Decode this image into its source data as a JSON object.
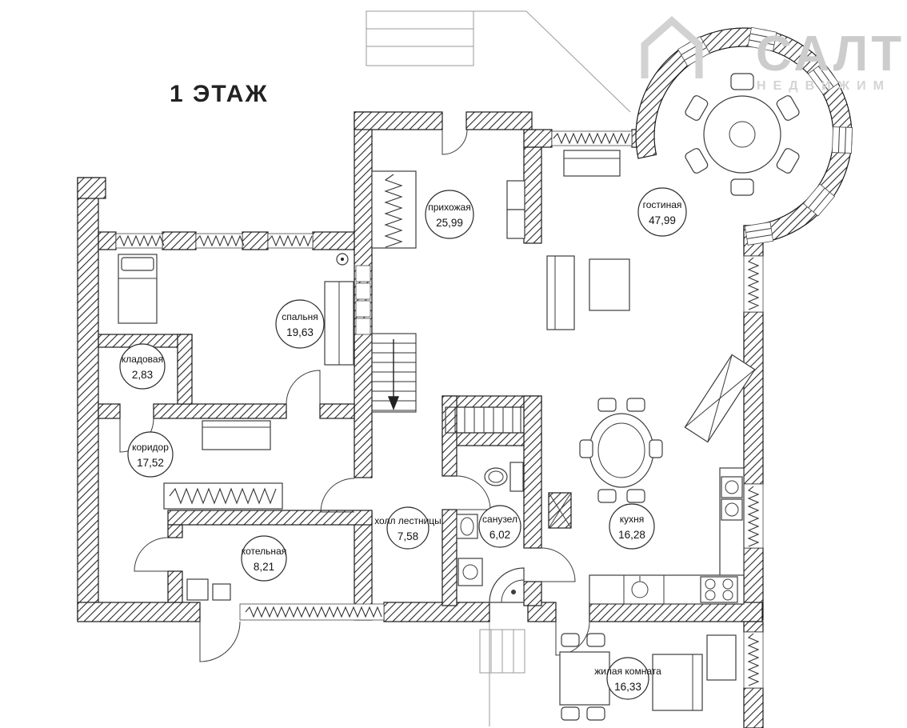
{
  "title": "1 ЭТАЖ",
  "watermark": {
    "brand": "САЛТ",
    "subtitle": "НЕДВИЖИМ",
    "color": "#cccccc"
  },
  "colors": {
    "wall": "#1a1a1a",
    "background": "#ffffff",
    "watermark": "#cccccc"
  },
  "rooms": [
    {
      "name": "прихожая",
      "area": "25,99"
    },
    {
      "name": "гостиная",
      "area": "47,99"
    },
    {
      "name": "спальня",
      "area": "19,63"
    },
    {
      "name": "кладовая",
      "area": "2,83"
    },
    {
      "name": "коридор",
      "area": "17,52"
    },
    {
      "name": "котельная",
      "area": "8,21"
    },
    {
      "name": "холл лестницы",
      "area": "7,58"
    },
    {
      "name": "санузел",
      "area": "6,02"
    },
    {
      "name": "кухня",
      "area": "16,28"
    },
    {
      "name": "жилая комната",
      "area": "16,33"
    }
  ]
}
